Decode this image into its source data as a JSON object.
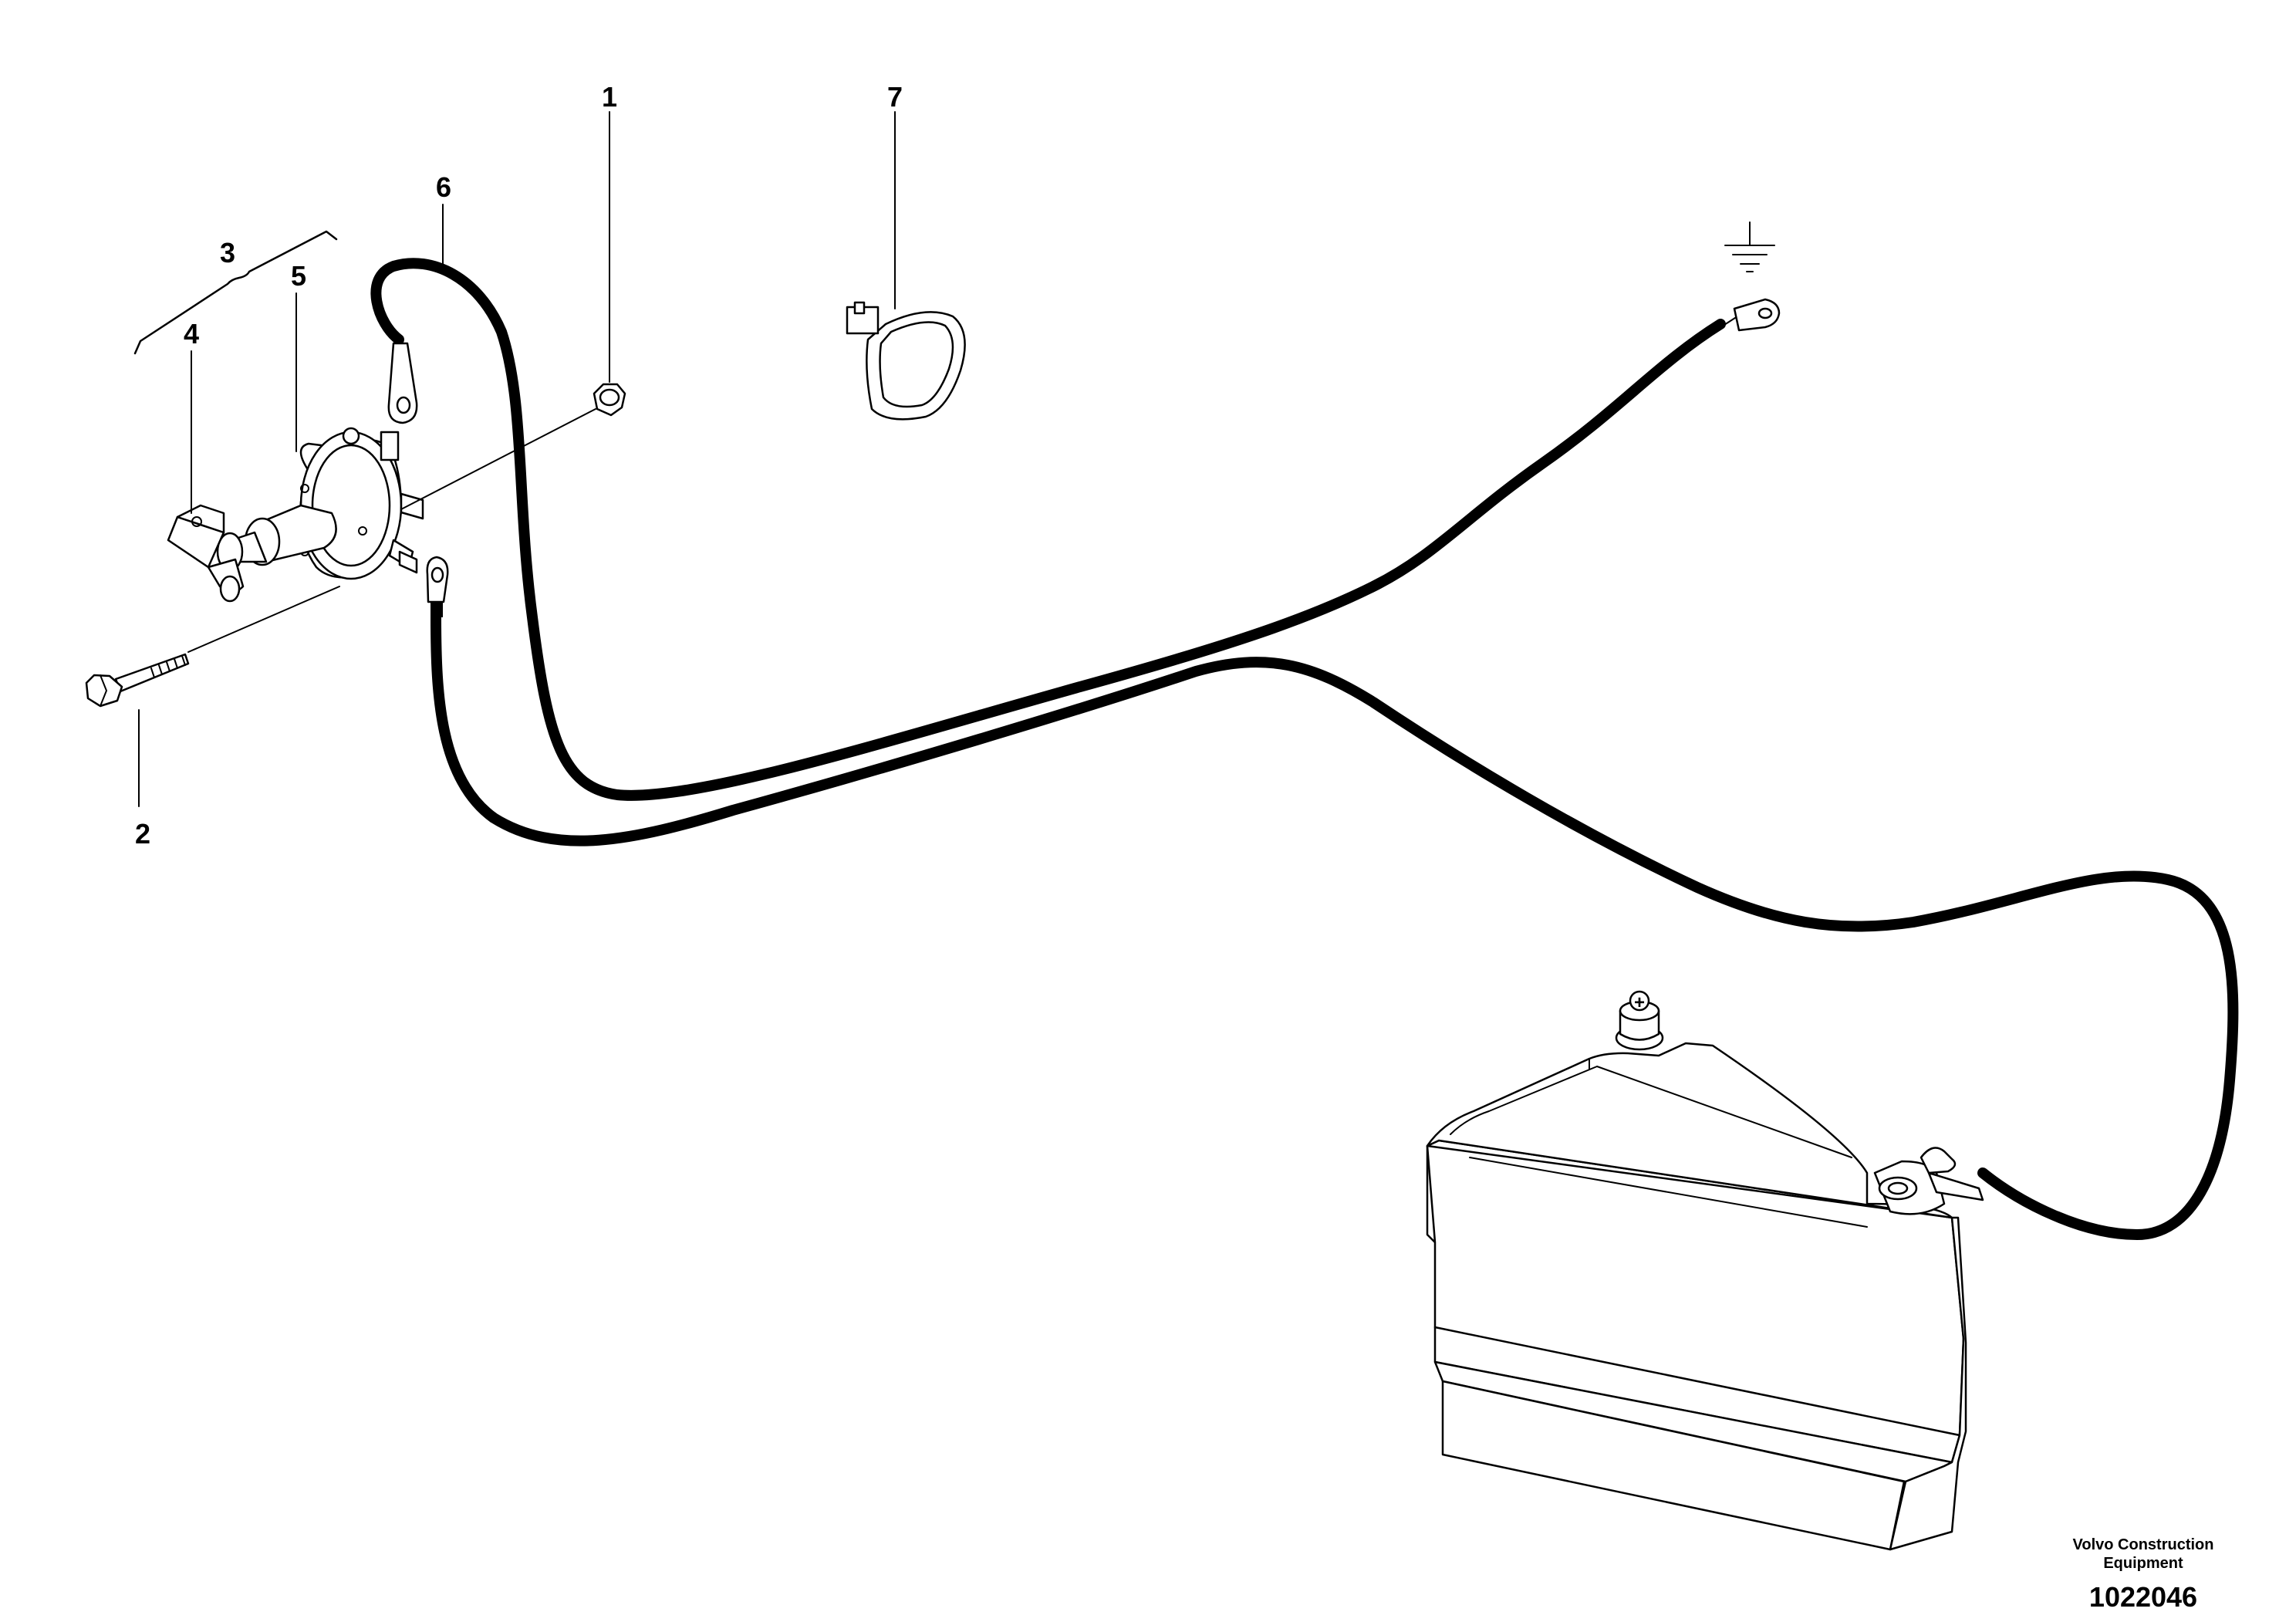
{
  "callouts": {
    "c1": "1",
    "c2": "2",
    "c3": "3",
    "c4": "4",
    "c5": "5",
    "c6": "6",
    "c7": "7"
  },
  "footer": {
    "company_line1": "Volvo Construction",
    "company_line2": "Equipment",
    "drawing_number": "1022046"
  },
  "battery": {
    "positive_symbol": "+"
  }
}
